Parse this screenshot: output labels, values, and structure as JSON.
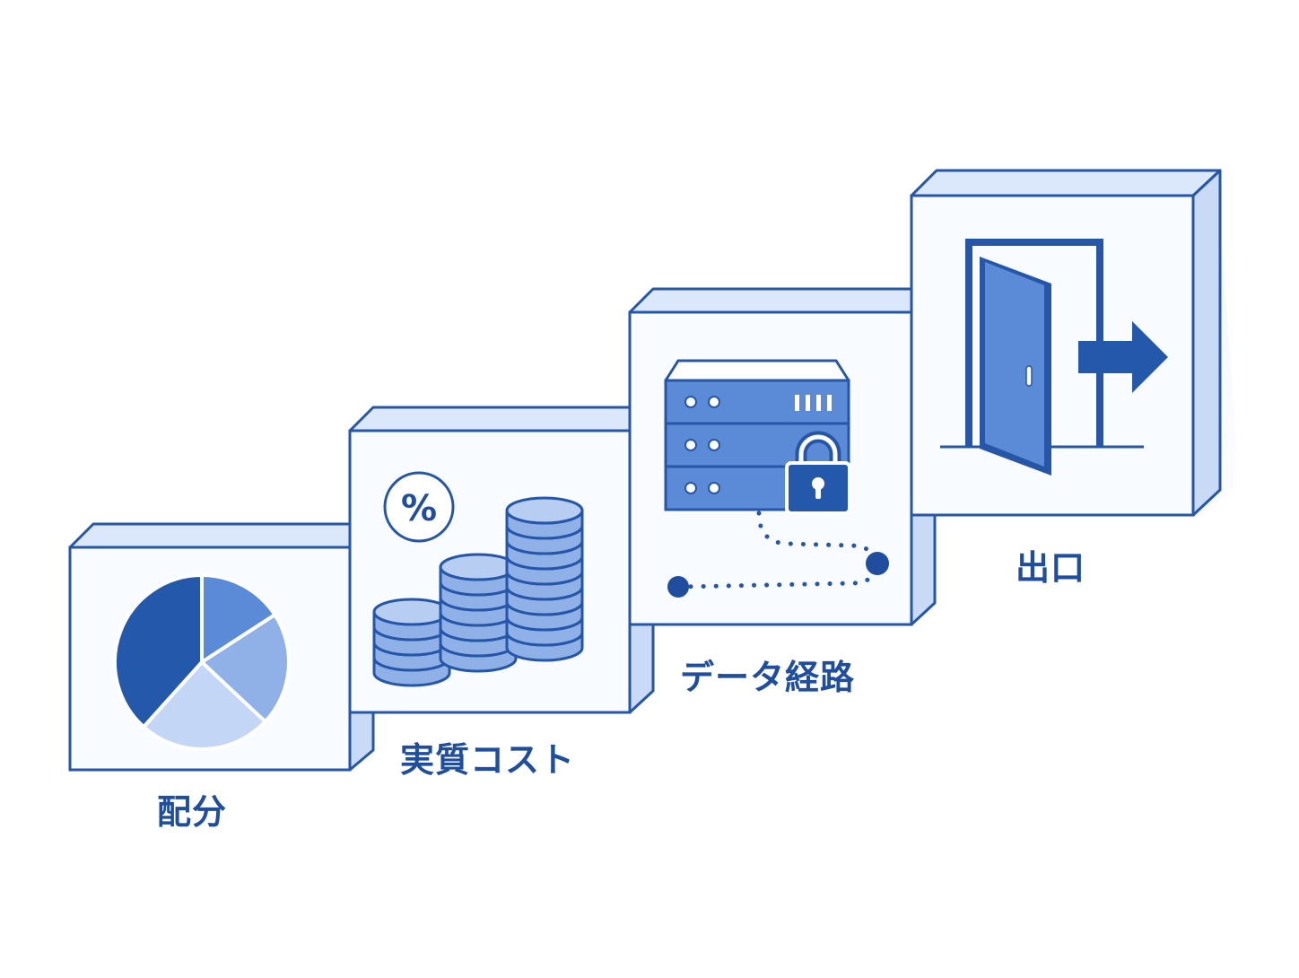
{
  "colors": {
    "primary": "#1f4e9e",
    "stroke": "#2656a8",
    "mid": "#5b8bd6",
    "light": "#8fb1e8",
    "pale": "#c3d6f5",
    "face": "#f8fbff",
    "side": "#dbe7fb",
    "shadow": "#eaf1fc"
  },
  "steps": [
    {
      "label": "配分",
      "icon": "pie-chart-icon"
    },
    {
      "label": "実質コスト",
      "icon": "percent-coins-icon"
    },
    {
      "label": "データ経路",
      "icon": "locked-server-icon"
    },
    {
      "label": "出口",
      "icon": "exit-door-icon"
    }
  ],
  "percent_symbol": "%"
}
